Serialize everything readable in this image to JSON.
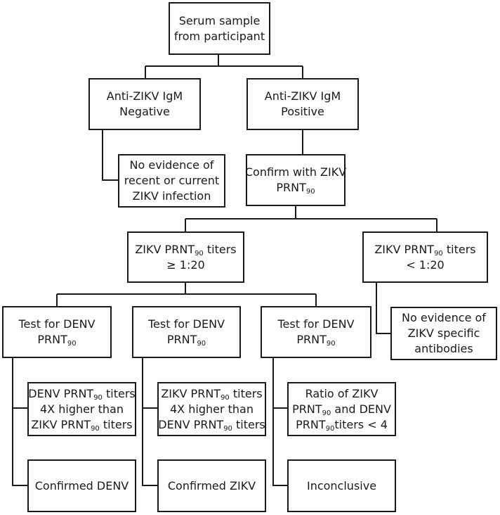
{
  "nodes": {
    "serum_sample": [
      "Serum sample",
      "from participant"
    ],
    "igm_negative": [
      "Anti-ZIKV IgM",
      "Negative"
    ],
    "igm_positive": [
      "Anti-ZIKV IgM",
      "Positive"
    ],
    "no_evidence_infection": [
      "No evidence of",
      "recent or current",
      "ZIKV infection"
    ],
    "confirm_zikv": [
      "Confirm with ZIKV",
      "PRNT<sub>90</sub>"
    ],
    "zikv_titers_ge": [
      "ZIKV PRNT<sub>90</sub> titers",
      "≥ 1:20"
    ],
    "zikv_titers_lt": [
      "ZIKV PRNT<sub>90</sub> titers",
      "< 1:20"
    ],
    "no_evidence_antibodies": [
      "No evidence of",
      "ZIKV specific",
      "antibodies"
    ],
    "test_denv_1": [
      "Test for DENV",
      "PRNT<sub>90</sub>"
    ],
    "test_denv_2": [
      "Test for DENV",
      "PRNT<sub>90</sub>"
    ],
    "test_denv_3": [
      "Test for DENV",
      "PRNT<sub>90</sub>"
    ],
    "denv_higher": [
      "DENV PRNT<sub>90</sub> titers",
      "4X higher than",
      "ZIKV PRNT<sub>90</sub> titers"
    ],
    "zikv_higher": [
      "ZIKV PRNT<sub>90</sub> titers",
      "4X higher than",
      "DENV PRNT<sub>90</sub> titers"
    ],
    "ratio_lt4": [
      "Ratio of ZIKV",
      "PRNT<sub>90</sub> and DENV",
      "PRNT<sub>90</sub>titers < 4"
    ],
    "confirmed_denv": [
      "Confirmed DENV"
    ],
    "confirmed_zikv": [
      "Confirmed ZIKV"
    ],
    "inconclusive": [
      "Inconclusive"
    ]
  }
}
